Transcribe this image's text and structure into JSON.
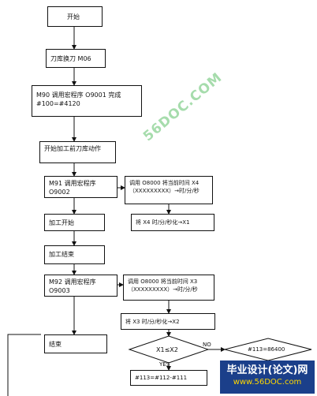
{
  "steps": {
    "start": "开始",
    "tool_change": "刀库换刀 M06",
    "call_o9001": "M90 调用宏程序 O9001 完成#100=#4120",
    "pre_machining": "开始加工前刀库动作",
    "call_o9002": "M91 调用宏程序 O9002",
    "get_time_x4": "调用 O8000 将当前时间 X4 （XXXXXXXXX）→时/分/秒",
    "convert_x1": "将 X4 时/分/秒化→X1",
    "machining_start": "加工开始",
    "machining_end": "加工结束",
    "call_o9003": "M92 调用宏程序 O9003",
    "get_time_x3": "调用 O8000 将当前时间 X3 （XXXXXXXXX）→时/分/秒",
    "convert_x2": "将 X3 时/分/秒化→X2",
    "end": "结束",
    "decision": "X1≤X2",
    "add_day": "#113=86400",
    "accumulate": "#113=#112-#111"
  },
  "labels": {
    "no": "NO",
    "yes": "YES"
  },
  "watermark": "56DOC.COM",
  "banner": {
    "line1": "毕业设计(论文)网",
    "line2": "www.56DOC.com"
  },
  "colors": {
    "line": "#111111",
    "watermark": "#3bb34a",
    "banner_bg": "#1b3f8a",
    "banner_accent": "#ffd700"
  }
}
